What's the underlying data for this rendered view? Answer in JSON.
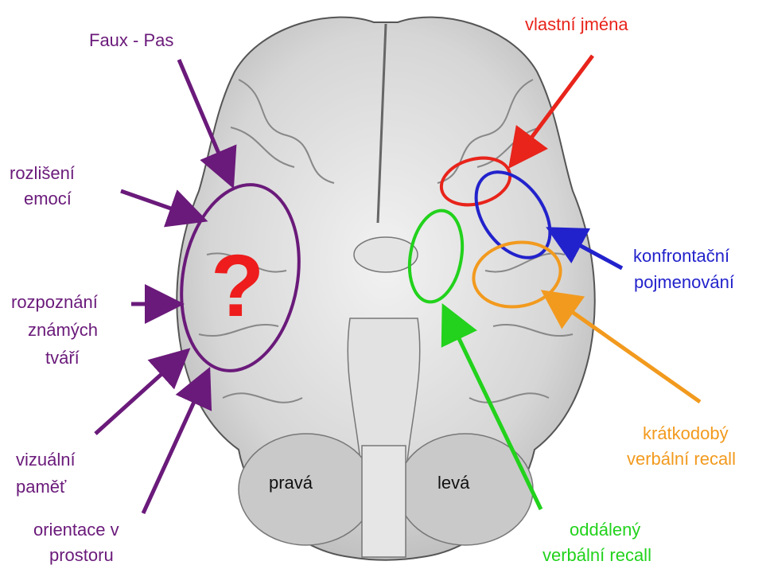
{
  "labels": {
    "faux_pas": "Faux - Pas",
    "emotions_1": "rozlišení",
    "emotions_2": "emocí",
    "faces_1": "rozpoznání",
    "faces_2": "známých",
    "faces_3": "tváří",
    "visual_memory_1": "vizuální",
    "visual_memory_2": "paměť",
    "orientation_1": "orientace v",
    "orientation_2": "prostoru",
    "proper_names": "vlastní jména",
    "naming_1": "konfrontační",
    "naming_2": "pojmenování",
    "short_recall_1": "krátkodobý",
    "short_recall_2": "verbální recall",
    "delayed_recall_1": "oddálený",
    "delayed_recall_2": "verbální recall",
    "right_side": "pravá",
    "left_side": "levá",
    "question_mark": "?"
  },
  "colors": {
    "purple": "#6a1a7a",
    "red": "#e8241b",
    "blue": "#2222cc",
    "orange": "#f29a1e",
    "green": "#22d21c",
    "brain_fill": "#d9d9d9",
    "brain_outline": "#555555"
  }
}
